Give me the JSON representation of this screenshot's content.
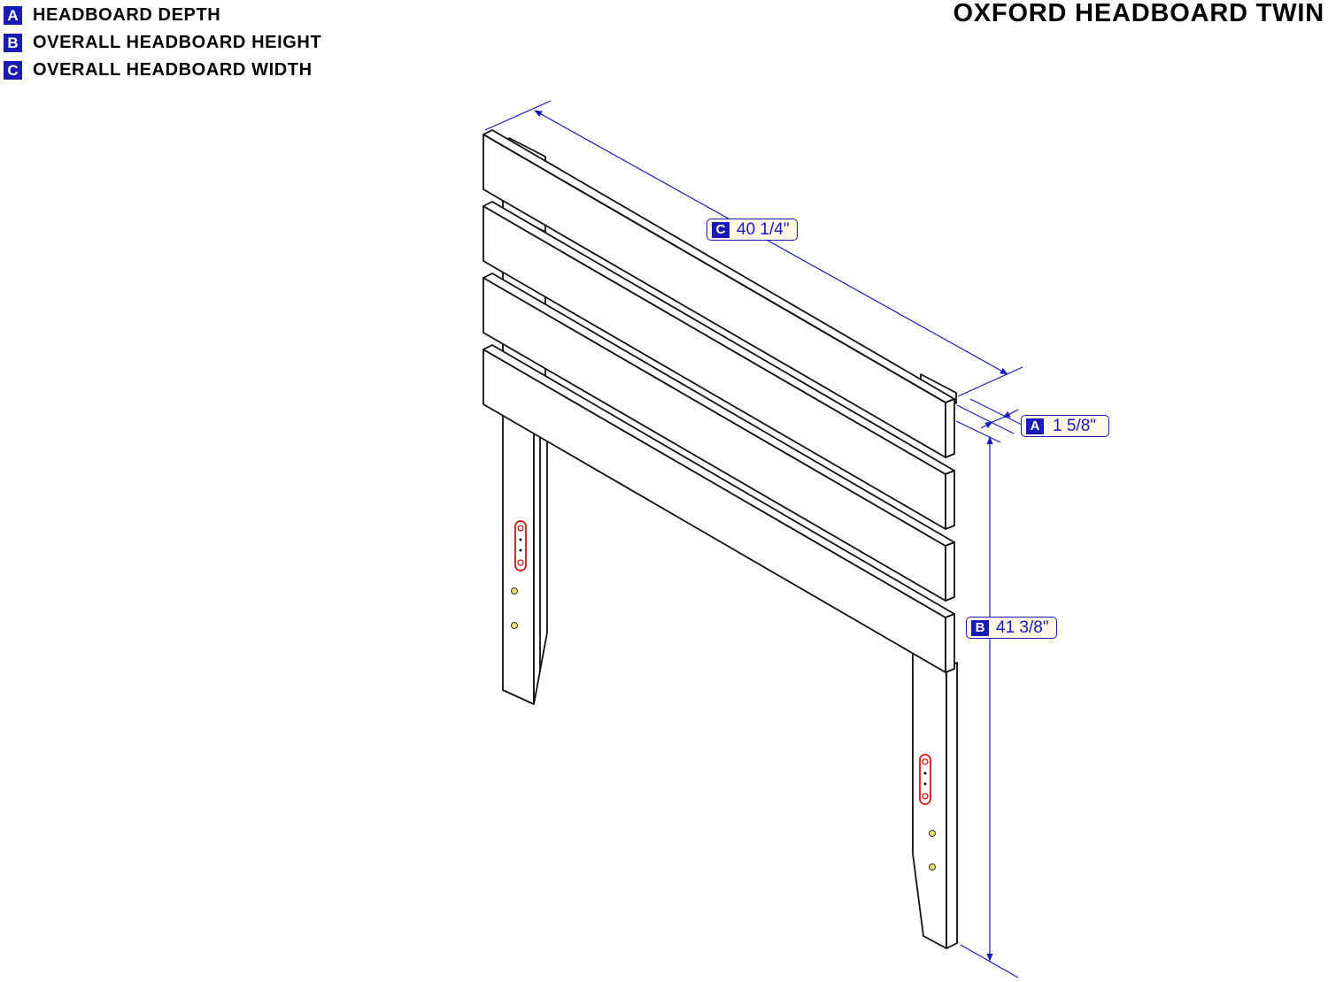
{
  "legend": {
    "items": [
      {
        "letter": "A",
        "label": "HEADBOARD DEPTH"
      },
      {
        "letter": "B",
        "label": "OVERALL HEADBOARD HEIGHT"
      },
      {
        "letter": "C",
        "label": "OVERALL HEADBOARD WIDTH"
      }
    ]
  },
  "title": "OXFORD HEADBOARD TWIN",
  "dimensions": {
    "A": {
      "letter": "A",
      "value": "1 5/8\""
    },
    "B": {
      "letter": "B",
      "value": "41 3/8\""
    },
    "C": {
      "letter": "C",
      "value": "40 1/4\""
    }
  },
  "colors": {
    "dimension_blue": "#1a1ab4",
    "label_fill": "#fdf8e6",
    "bolt_red": "#d01818",
    "hole_yellow": "#e8e070",
    "line": "#111111"
  }
}
